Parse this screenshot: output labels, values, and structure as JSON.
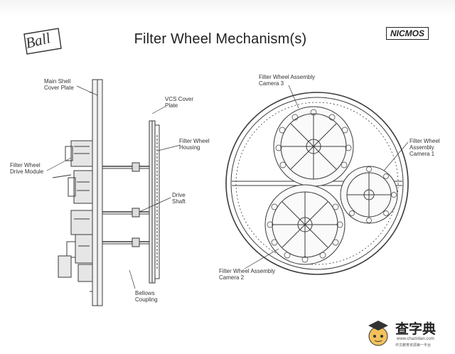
{
  "slide": {
    "title": "Filter Wheel Mechanism(s)",
    "logo_text": "Ball",
    "badge_text": "NICMOS"
  },
  "labels": {
    "main_shell": "Main Shell\nCover Plate",
    "vcs_cover": "VCS Cover\nPlate",
    "fw_housing": "Filter Wheel\nHousing",
    "fw_drive": "Filter Wheel\nDrive Module",
    "drive_shaft": "Drive\nShaft",
    "bellows": "Bellows\nCoupling",
    "cam3": "Filter Wheel Assembly\nCamera 3",
    "cam1": "Filter Wheel\nAssembly\nCamera 1",
    "cam2": "Filter Wheel Assembly\nCamera 2"
  },
  "watermark": {
    "chars": "查字典",
    "url": "www.chazidian.com",
    "sub": "中文教育资源第一平台"
  },
  "colors": {
    "line": "#3a3a3a",
    "text": "#222222"
  }
}
